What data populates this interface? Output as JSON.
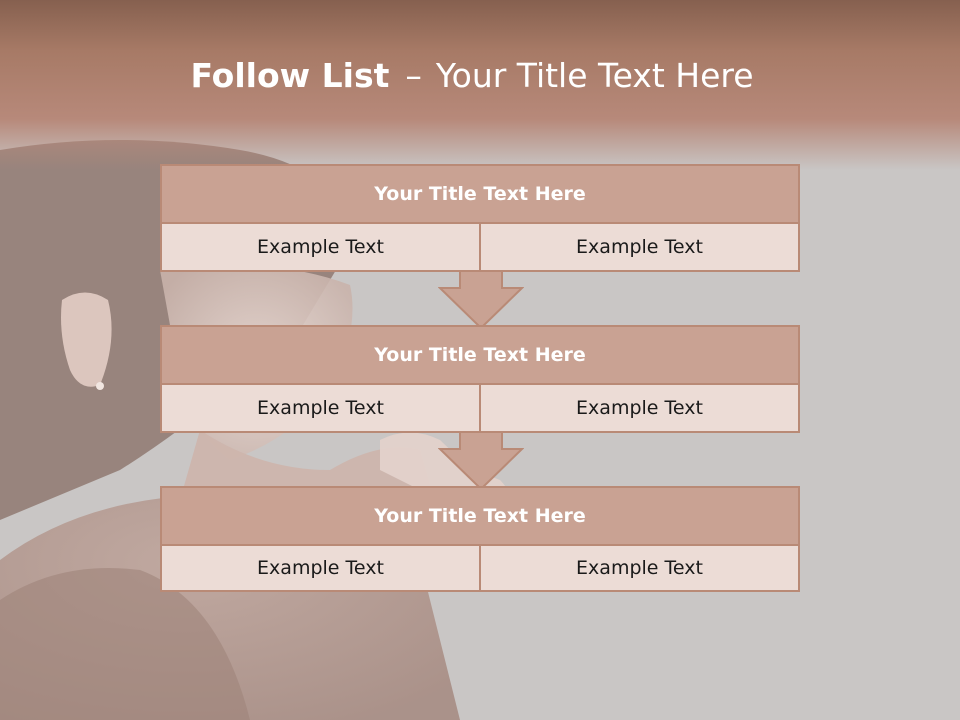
{
  "title": {
    "bold": "Follow List",
    "separator": "–",
    "rest": "Your Title Text Here"
  },
  "blocks": [
    {
      "title": "Your Title Text Here",
      "cells": [
        "Example Text",
        "Example Text"
      ]
    },
    {
      "title": "Your Title Text Here",
      "cells": [
        "Example Text",
        "Example Text"
      ]
    },
    {
      "title": "Your Title Text Here",
      "cells": [
        "Example Text",
        "Example Text"
      ]
    }
  ],
  "colors": {
    "header_brown": "#9c705e",
    "block_head": "#c9a293",
    "block_body": "#ecdcd6",
    "border": "#b98a76",
    "arrow_fill": "#c9a293"
  }
}
